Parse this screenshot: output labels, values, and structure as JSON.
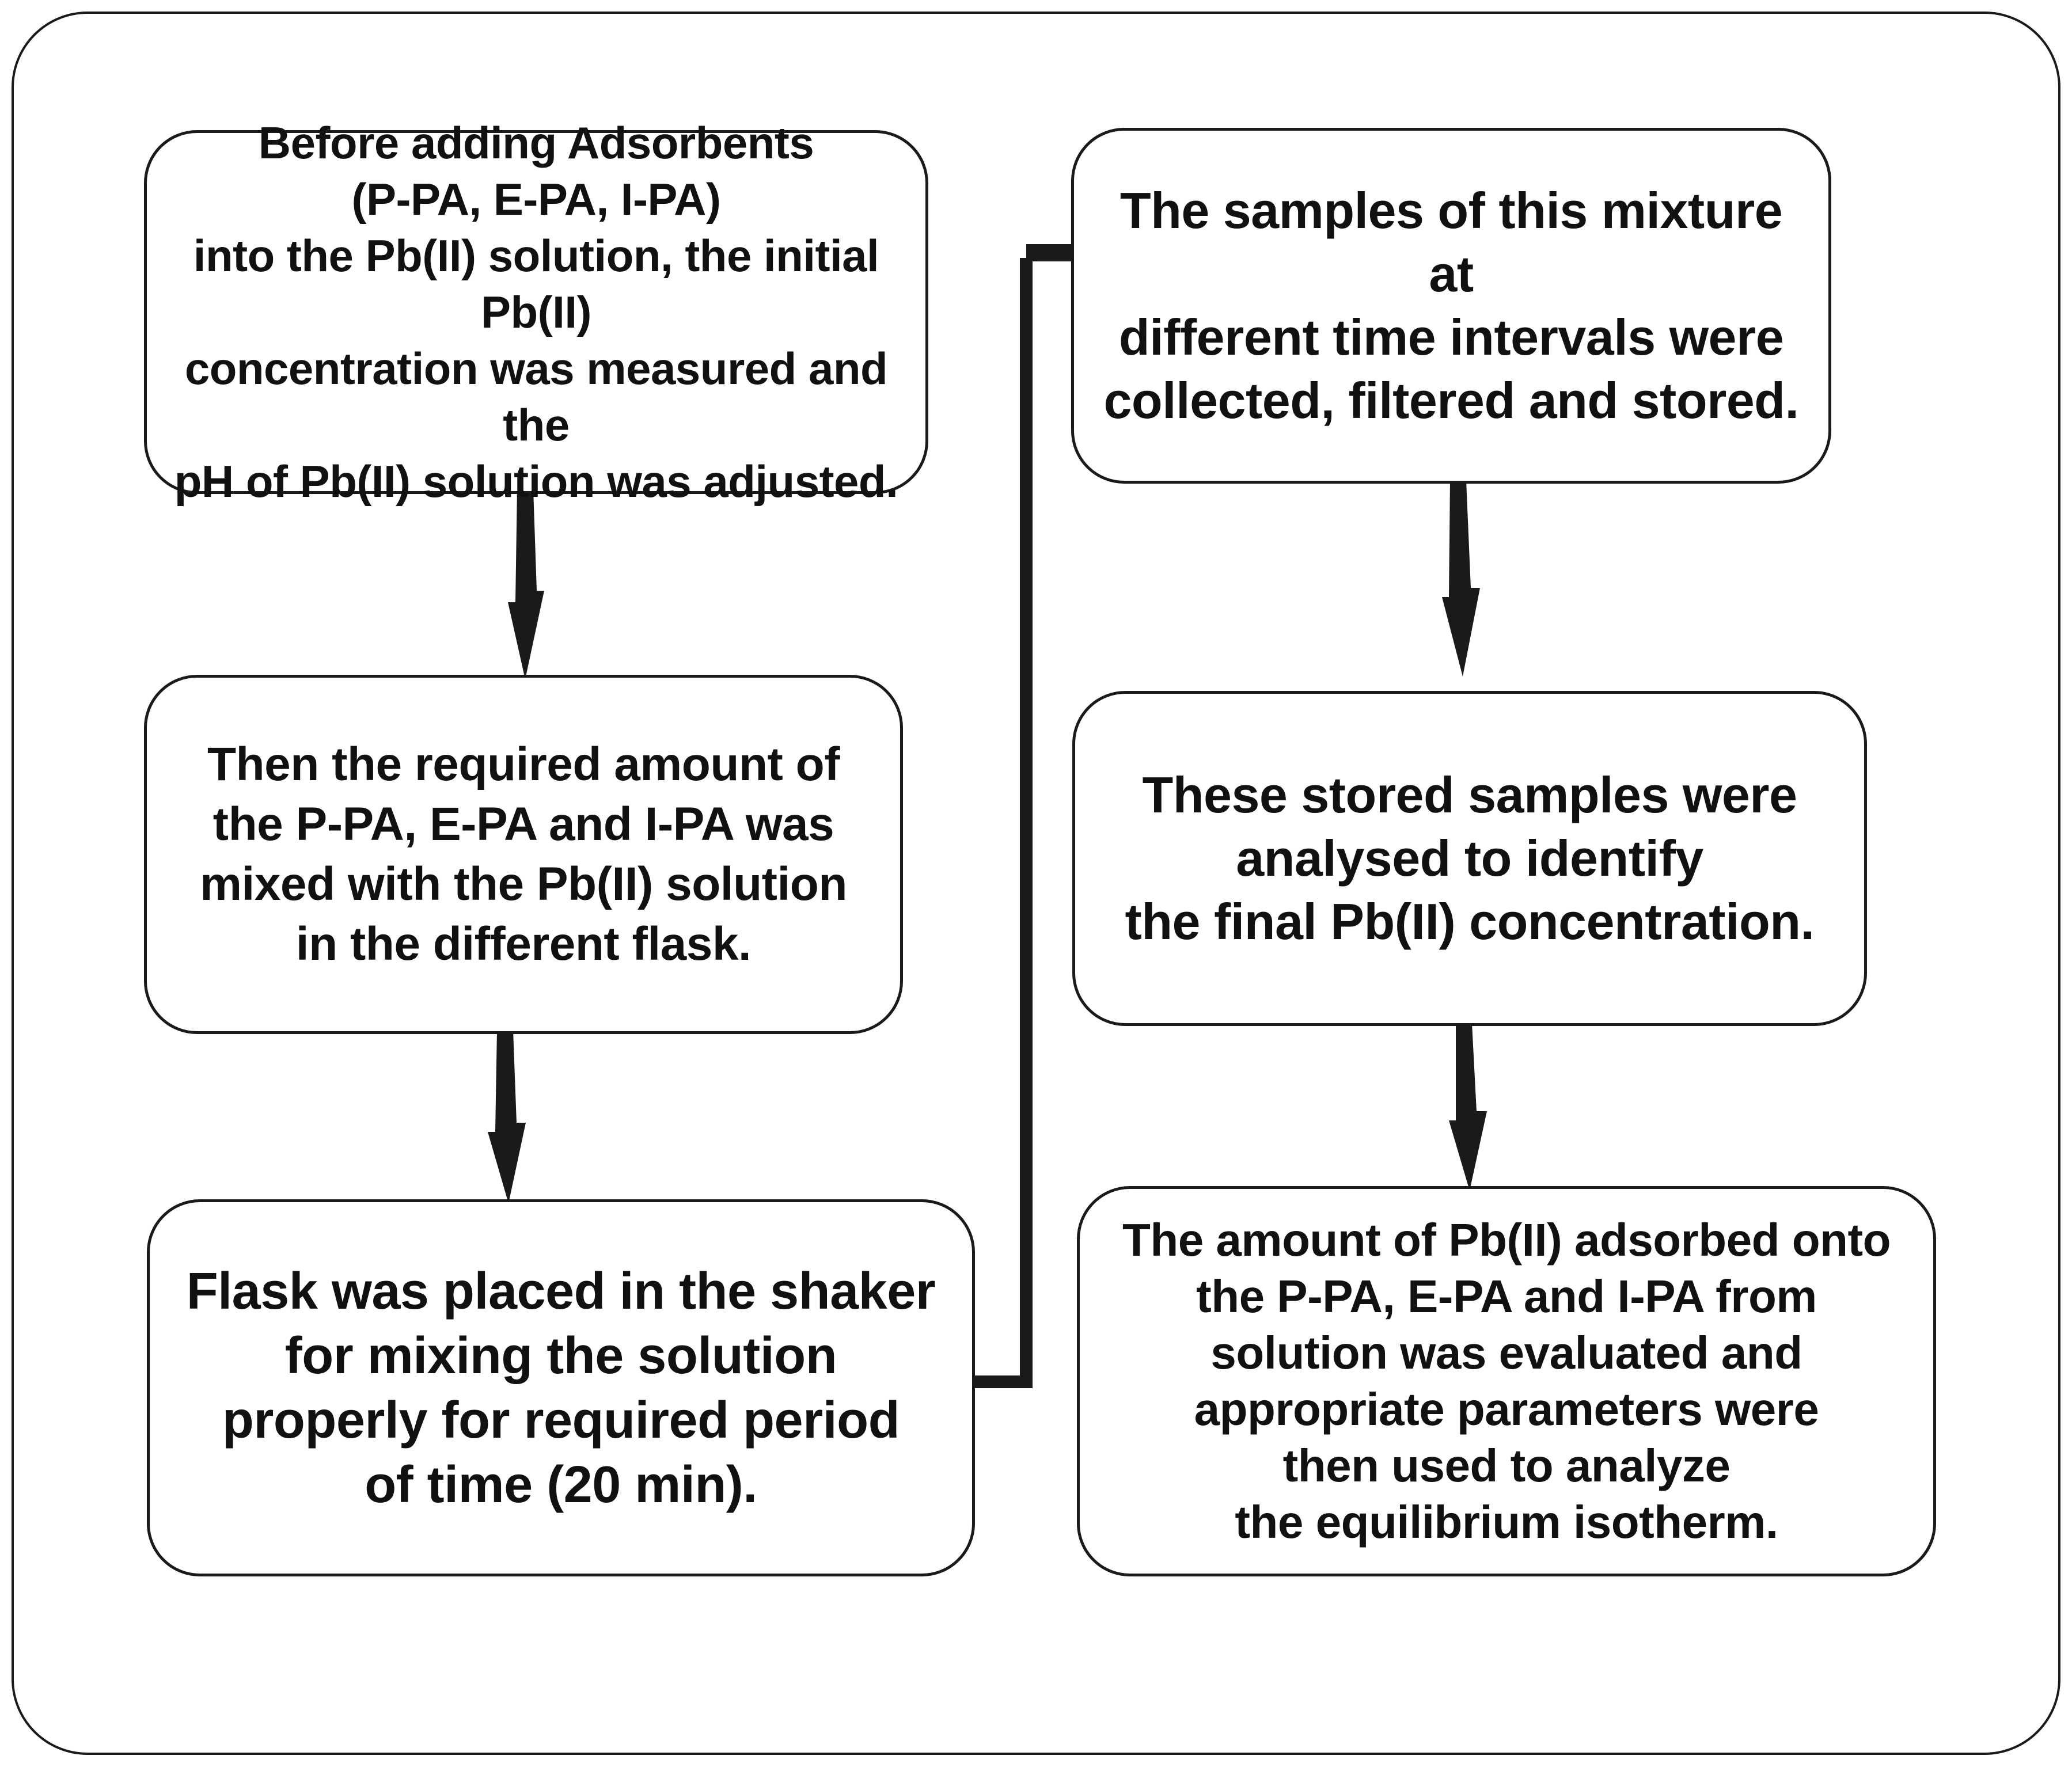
{
  "diagram": {
    "title": "Adsorption batch experiment procedure flowchart",
    "orientation": "two-column, top-to-bottom, left column then right column",
    "accent_color": "#1a1a1a",
    "background_color": "#ffffff",
    "border_color": "#1a1a1a",
    "frame": {
      "name": "outer-rounded-frame"
    },
    "nodes": [
      {
        "id": "step-1",
        "column": "left",
        "order": 1,
        "text": "Before adding Adsorbents\n(P-PA, E-PA, I-PA)\ninto the Pb(II) solution, the initial Pb(II)\nconcentration was measured and the\npH  of Pb(II) solution was adjusted."
      },
      {
        "id": "step-2",
        "column": "left",
        "order": 2,
        "text": "Then the required amount of\nthe P-PA, E-PA and I-PA was\nmixed with the Pb(II) solution\nin the different flask."
      },
      {
        "id": "step-3",
        "column": "left",
        "order": 3,
        "text": "Flask was placed in the shaker\nfor mixing the solution\nproperly for required period\nof time (20 min)."
      },
      {
        "id": "step-4",
        "column": "right",
        "order": 4,
        "text": "The samples of this mixture at\ndifferent time intervals were\ncollected, filtered and stored."
      },
      {
        "id": "step-5",
        "column": "right",
        "order": 5,
        "text": "These stored samples were\nanalysed to identify\nthe final Pb(II) concentration."
      },
      {
        "id": "step-6",
        "column": "right",
        "order": 6,
        "text": "The amount of Pb(II) adsorbed onto\nthe P-PA, E-PA and I-PA from\nsolution was evaluated and\nappropriate parameters were\nthen used to analyze\nthe equilibrium isotherm."
      }
    ],
    "connectors": [
      {
        "id": "arrow-1-to-2",
        "from": "step-1",
        "to": "step-2",
        "style": "straight-down-arrow",
        "label": ""
      },
      {
        "id": "arrow-2-to-3",
        "from": "step-2",
        "to": "step-3",
        "style": "straight-down-arrow",
        "label": ""
      },
      {
        "id": "arrow-3-to-4",
        "from": "step-3",
        "to": "step-4",
        "style": "elbow-right-up-arrow",
        "label": ""
      },
      {
        "id": "arrow-4-to-5",
        "from": "step-4",
        "to": "step-5",
        "style": "straight-down-arrow",
        "label": ""
      },
      {
        "id": "arrow-5-to-6",
        "from": "step-5",
        "to": "step-6",
        "style": "straight-down-arrow",
        "label": ""
      }
    ]
  }
}
